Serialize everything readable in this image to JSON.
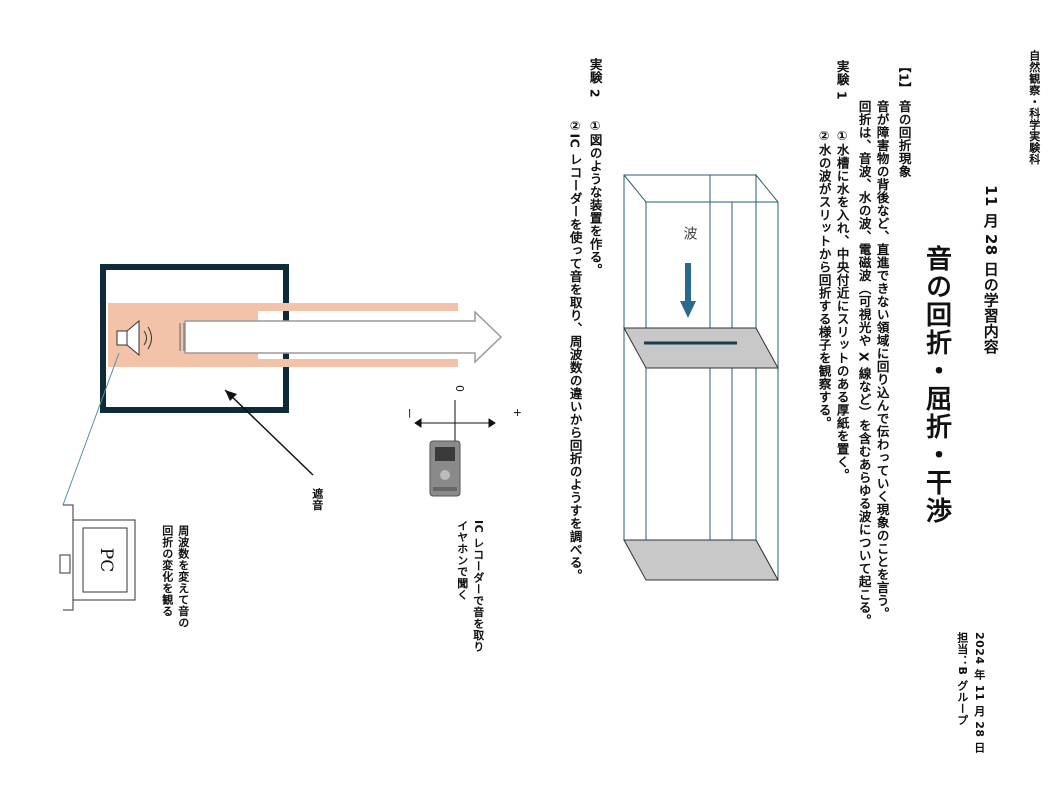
{
  "header": {
    "course": "自然観察・科学実験科",
    "title": "音の回折・屈折・干渉",
    "lesson_date": "11 月 28 日の学習内容",
    "doc_date": "2024 年 11 月 28 日",
    "author": "担当：B グループ"
  },
  "section1": {
    "label": "【1】 音の回折現象",
    "text_lines": [
      "音が障害物の背後など、直進できない領域に回り込んで伝わっていく現象のことを言う。",
      "回折は、音波、水の波、電磁波（可視光や X 線など）を含むあらゆる波について起こる。"
    ]
  },
  "experiment1": {
    "label": "実験 1",
    "steps": [
      "①水槽に水を入れ、中央付近にスリットのある厚紙を置く。",
      "②水の波がスリットから回折する様子を観察する。"
    ],
    "wave_label": "波"
  },
  "experiment2": {
    "label": "実験 2",
    "steps": [
      "①図のような装置を作る。",
      "②IC レコーダーを使って音を取り、周波数の違いから回折のようすを調べる。"
    ],
    "axis_labels": {
      "zero": "0",
      "plus": "+",
      "minus": "ー"
    },
    "recorder_note": [
      "IC レコーダーで音を取り",
      "イヤホンで聞く"
    ],
    "obstacle_label": "遮音",
    "pc_note": [
      "周波数を変えて音の",
      "回折の変化を観る"
    ],
    "pc_label": "PC"
  },
  "colors": {
    "frame": "#0f2a38",
    "pipe": "#f2c3a8",
    "wave_arrow": "#2a6a8c",
    "plate": "#c8c8c8"
  }
}
